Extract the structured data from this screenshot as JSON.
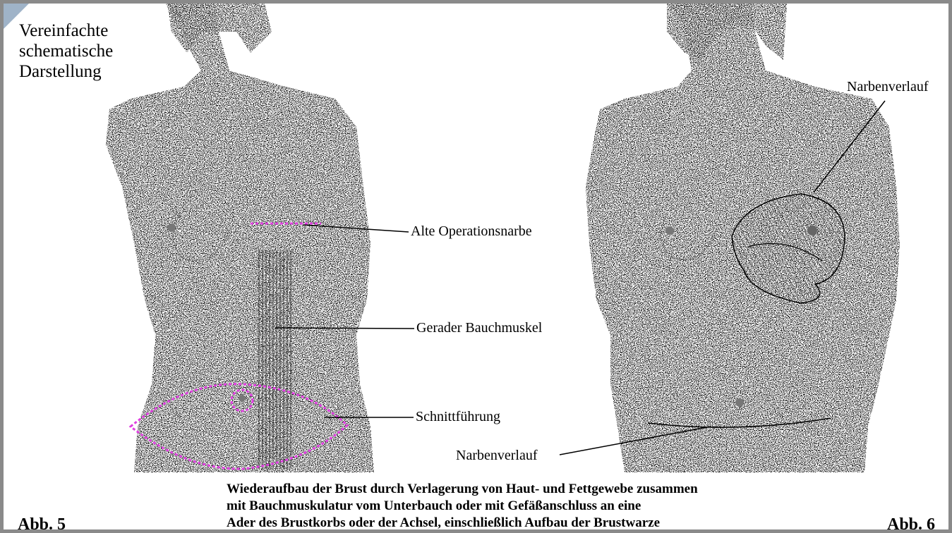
{
  "corner_title": [
    "Vereinfachte",
    "schematische",
    "Darstellung"
  ],
  "figure_left": {
    "number": "Abb. 5",
    "labels": {
      "scar": "Alte Operationsnarbe",
      "muscle": "Gerader Bauchmuskel",
      "incision": "Schnittführung"
    }
  },
  "figure_right": {
    "number": "Abb. 6",
    "labels": {
      "scar_top": "Narbenverlauf",
      "scar_bottom": "Narbenverlauf"
    }
  },
  "caption": [
    "Wiederaufbau der Brust durch Verlagerung von Haut- und Fettgewebe zusammen",
    "mit Bauchmuskulatur vom Unterbauch oder mit Gefäßanschluss an eine",
    "Ader des Brustkorbs oder der Achsel, einschließlich Aufbau der Brustwarze"
  ],
  "colors": {
    "marking": "#e040e0",
    "ink": "#000000",
    "frame": "#8a8a8a"
  }
}
